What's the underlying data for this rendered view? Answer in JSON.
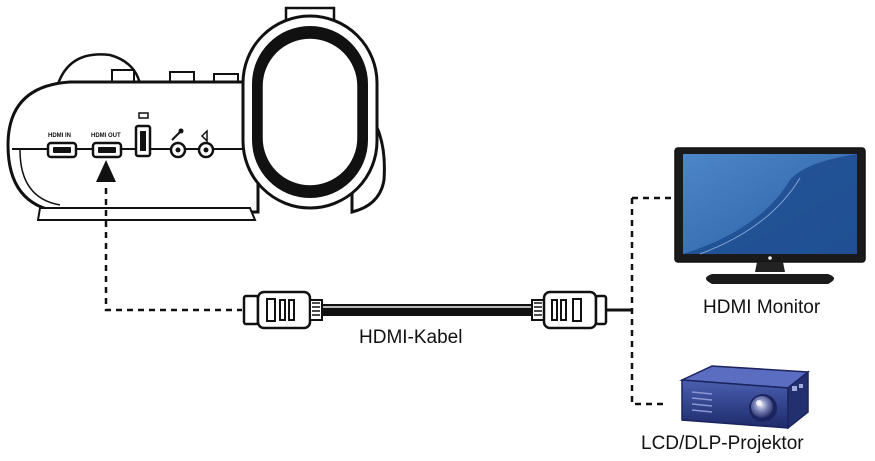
{
  "device": {
    "port_labels": {
      "hdmi_in": "HDMI IN",
      "hdmi_out": "HDMI OUT"
    }
  },
  "labels": {
    "cable": "HDMI-Kabel",
    "monitor": "HDMI Monitor",
    "projector": "LCD/DLP-Projektor"
  },
  "icons": {
    "device": "document-camera-icon",
    "usb": "usb-icon",
    "mic": "microphone-icon",
    "speaker": "speaker-icon",
    "monitor": "monitor-icon",
    "projector": "projector-icon"
  },
  "colors": {
    "screen": "#3a6fb5",
    "projector_body": "#2d3e87"
  }
}
